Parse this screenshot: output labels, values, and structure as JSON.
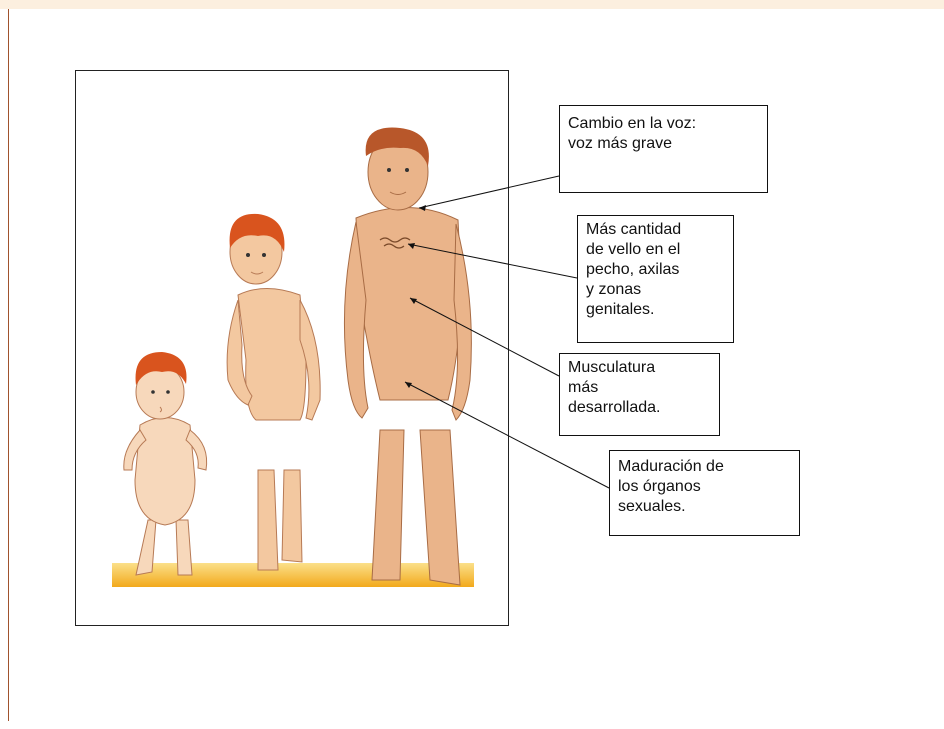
{
  "callouts": {
    "voice": "Cambio en la voz:\nvoz más grave",
    "hair": "Más cantidad\nde vello en el\npecho, axilas\ny zonas\ngenitales.",
    "muscle": "Musculatura\nmás\ndesarrollada.",
    "organs": "Maduración de\nlos órganos\nsexuales."
  },
  "colors": {
    "skin": "#f3c8a0",
    "skin_shade": "#e0a57a",
    "hair": "#d9541e",
    "adult_hair": "#9c4a1e",
    "ground": "#f4b52a",
    "top_band": "#fcefdf"
  }
}
